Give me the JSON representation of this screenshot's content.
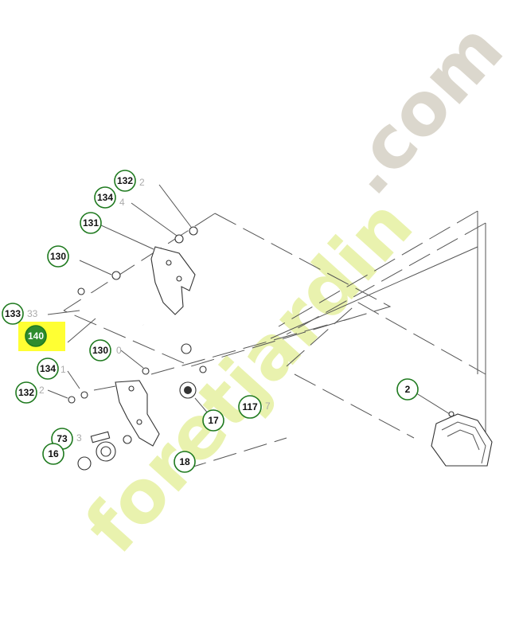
{
  "highlight_color": "#ffff33",
  "callout_color": "#1f7a1f",
  "watermark": {
    "text_a": "foretjardin",
    "text_b": ".com",
    "color_a": "#e6f0a0",
    "color_b": "#d8d3c8"
  },
  "callouts": {
    "c132a": "132",
    "c134a": "134",
    "c131": "131",
    "c130a": "130",
    "c133": "133",
    "c140": "140",
    "c130b": "130",
    "c134b": "134",
    "c132b": "132",
    "c73": "73",
    "c16": "16",
    "c18": "18",
    "c17": "17",
    "c117": "117",
    "c2": "2"
  },
  "ghost_labels": {
    "g2a": "2",
    "g4": "4",
    "g33": "33",
    "g0": "0",
    "g1": "1",
    "g2b": "2",
    "g3": "3",
    "g7": "7"
  }
}
